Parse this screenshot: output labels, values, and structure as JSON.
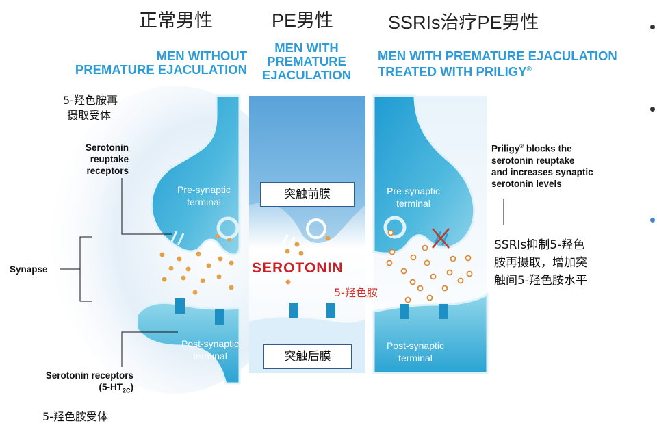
{
  "titles": {
    "normal_zh": "正常男性",
    "pe": "PE男性",
    "ssri": "SSRIs治疗PE男性"
  },
  "headers": {
    "left_line1": "MEN WITHOUT",
    "left_line2": "PREMATURE EJACULATION",
    "mid_line1": "MEN WITH",
    "mid_line2": "PREMATURE",
    "mid_line3": "EJACULATION",
    "right_line1": "MEN WITH PREMATURE EJACULATION",
    "right_line2": "TREATED WITH PRILIGY",
    "right_reg": "®"
  },
  "labels": {
    "reuptake_zh_1": "5-羟色胺再",
    "reuptake_zh_2": "摄取受体",
    "reuptake_en_1": "Serotonin",
    "reuptake_en_2": "reuptake",
    "reuptake_en_3": "receptors",
    "synapse": "Synapse",
    "receptors_en_1": "Serotonin receptors",
    "receptors_en_2": "(5-HT",
    "receptors_en_sub": "2C",
    "receptors_en_close": ")",
    "receptors_zh": "5-羟色胺受体",
    "pre_left_1": "Pre-synaptic",
    "pre_left_2": "terminal",
    "post_left_1": "Post-synaptic",
    "post_left_2": "terminal",
    "pre_right_1": "Pre-synaptic",
    "pre_right_2": "terminal",
    "post_right_1": "Post-synaptic",
    "post_right_2": "terminal",
    "box_pre": "突触前膜",
    "box_post": "突触后膜",
    "serotonin": "SEROTONIN",
    "serotonin_zh": "5-羟色胺",
    "priligy_1": "Priligy",
    "priligy_reg": "®",
    "priligy_1b": " blocks the",
    "priligy_2": "serotonin reuptake",
    "priligy_3": "and increases synaptic",
    "priligy_4": "serotonin levels",
    "ssri_zh_1": "SSRIs抑制5-羟色",
    "ssri_zh_2": "胺再摄取，增加突",
    "ssri_zh_3": "触间5-羟色胺水平"
  },
  "colors": {
    "accent": "#2e9bd6",
    "terminal": "#2aa3d3",
    "particle": "#e3a24a",
    "serotonin_red": "#cc2027",
    "block_mark": "#c0392b"
  }
}
